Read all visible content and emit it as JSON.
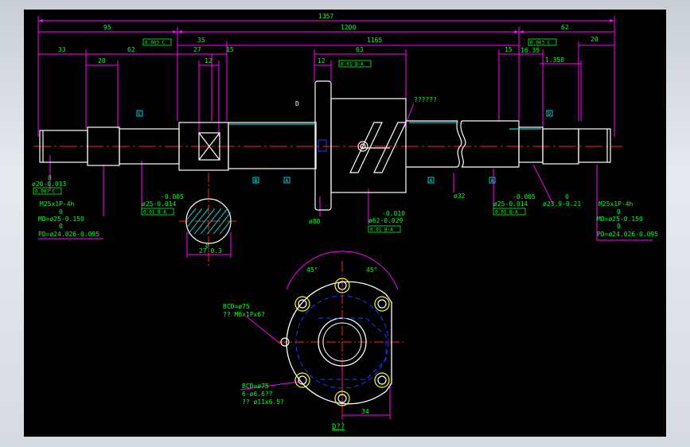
{
  "colors": {
    "background": "#000000",
    "dimension": "#ff00ff",
    "outline": "#ffffff",
    "text": "#00ff2a",
    "centerline": "#ff2020",
    "section": "#00ffff",
    "hidden": "#1e3cff",
    "flange": "#ffff00"
  },
  "top_dims": {
    "overall": "1357",
    "left_segment": "95",
    "middle_segment": "1200",
    "right_segment": "62",
    "d35": "35",
    "d1165": "1165",
    "d33": "33",
    "d62": "62",
    "d27": "27",
    "d15a": "15",
    "d20a": "20",
    "d12a": "12",
    "d12b": "12",
    "d63": "63",
    "d15b": "15",
    "d16": "16.35",
    "d1358": "1.358",
    "d20b": "20"
  },
  "tolerance_frames": {
    "f1": "0.003 C",
    "f2": "0.003 C",
    "f3": "0.01 B-A",
    "f4": "0.007 C",
    "f5": "0.01 B-A",
    "f6": "0.01 B-A",
    "f7": "0.01 B-A"
  },
  "datums": {
    "a": "A",
    "b": "B",
    "c": "C",
    "d": "D",
    "e": "A",
    "f": "A"
  },
  "annotations": {
    "d_marker": "D",
    "question_mark": "??????",
    "phi20": "ø20-0.013",
    "phi20_zero": "0",
    "m25_left": "M25x1P-4h",
    "md_left_zero": "0",
    "md_left": "MD=ø25-0.150",
    "pd_left_zero": "0",
    "pd_left": "PD=ø24.026-0.095",
    "phi25a_top": "-0.005",
    "phi25a": "ø25-0.014",
    "section_dim": "27-0.3",
    "section_dim_zero": "0",
    "phi88": "ø88",
    "phi62_top": "-0.010",
    "phi62": "ø62-0.029",
    "phi32": "ø32",
    "phi25b_top": "-0.005",
    "phi25b": "ø25-0.014",
    "phi23_zero": "0",
    "phi23": "ø23.9-0.21",
    "m25_right": "M25x1P-4h",
    "md_right_zero": "0",
    "md_right": "MD=ø25-0.150",
    "pd_right_zero": "0",
    "pd_right": "PD=ø24.026-0.095"
  },
  "flange_view": {
    "angle_left": "45°",
    "angle_right": "45°",
    "bcd_top": "BCD=ø75",
    "tap": "?? M6x1Px6?",
    "bcd_bottom": "BCD=ø75",
    "holes": "6-ø6.6??",
    "counterbore": "?? ø11x6.5?",
    "width_34": "34",
    "view_title": "D??"
  }
}
